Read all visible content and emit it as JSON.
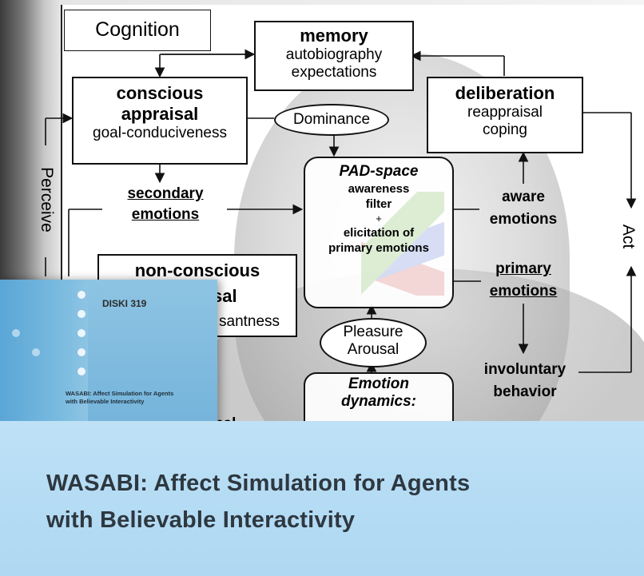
{
  "diagram": {
    "cognition_label": "Cognition",
    "perceive_label": "Perceive",
    "act_label": "Act",
    "memory": {
      "title": "memory",
      "line1": "autobiography",
      "line2": "expectations"
    },
    "conscious": {
      "title1": "conscious",
      "title2": "appraisal",
      "sub": "goal-conduciveness"
    },
    "deliberation": {
      "title": "deliberation",
      "line1": "reappraisal",
      "line2": "coping"
    },
    "dominance": "Dominance",
    "secondary": {
      "line1": "secondary",
      "line2": "emotions"
    },
    "pad": {
      "title": "PAD-space",
      "line1": "awareness",
      "line2": "filter",
      "plus": "+",
      "line3": "elicitation of",
      "line4": "primary emotions"
    },
    "aware": {
      "line1": "aware",
      "line2": "emotions"
    },
    "nonconscious": {
      "title1": "non-conscious",
      "title2": "sal",
      "sub": "santness"
    },
    "primary": {
      "line1": "primary",
      "line2": "emotions"
    },
    "pleasure_arousal": {
      "line1": "Pleasure",
      "line2": "Arousal"
    },
    "involuntary": {
      "line1": "involuntary",
      "line2": "behavior"
    },
    "emotion_dynamics": {
      "line1": "Emotion",
      "line2": "dynamics:"
    },
    "partial_label": "nal"
  },
  "book": {
    "label": "DISKI 319",
    "title_line1": "WASABI: Affect Simulation for Agents",
    "title_line2": "with Believable Interactivity"
  },
  "banner": {
    "line1": "WASABI: Affect Simulation for Agents",
    "line2": "with Believable Interactivity"
  },
  "colors": {
    "book_blue": "#6fb0d9",
    "banner_blue": "#b5dcf4",
    "banner_text": "#2e3840"
  }
}
